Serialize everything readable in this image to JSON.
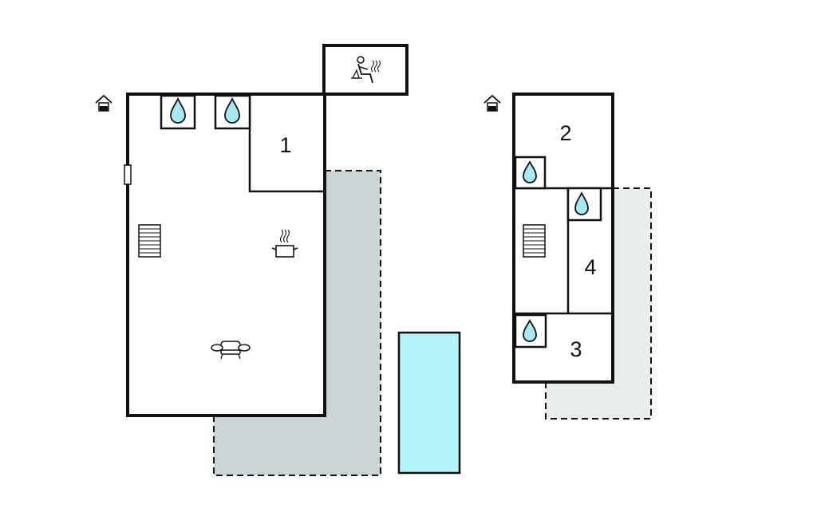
{
  "colors": {
    "wall": "#111111",
    "terrace_left": "#ccd4d5",
    "terrace_right": "#e8eced",
    "pool": "#b3f3fb",
    "water_drop": "#a6e9f3"
  },
  "rooms": {
    "bedroom_1": "1",
    "bedroom_2": "2",
    "bedroom_3": "3",
    "bedroom_4": "4"
  },
  "icons": {
    "entrance": "house-entrance-icon",
    "bathroom": "water-drop-icon",
    "kitchen": "cooking-pot-icon",
    "living": "sofa-icon",
    "stairs": "stairs-icon",
    "sauna": "sauna-icon"
  }
}
